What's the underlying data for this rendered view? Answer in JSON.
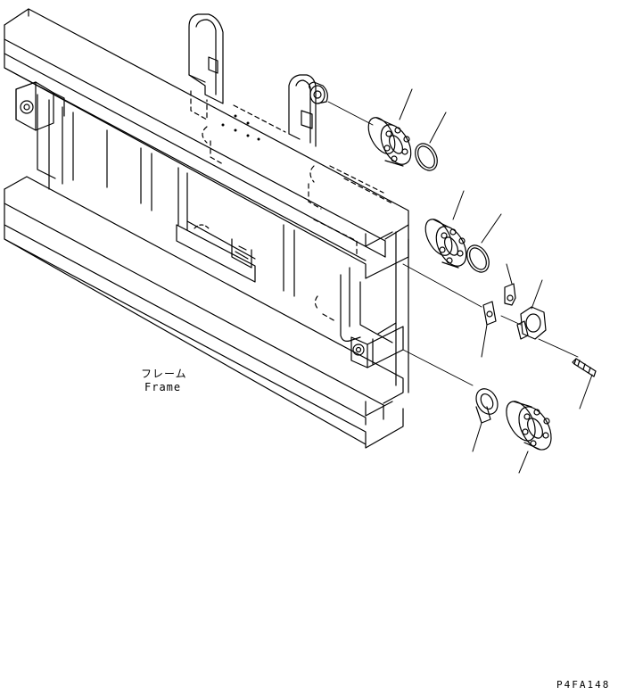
{
  "frame_label_jp": "フレーム",
  "frame_label_en": "Frame",
  "figure_code": "P4FA148",
  "colors": {
    "line": "#000000",
    "background": "#ffffff"
  }
}
